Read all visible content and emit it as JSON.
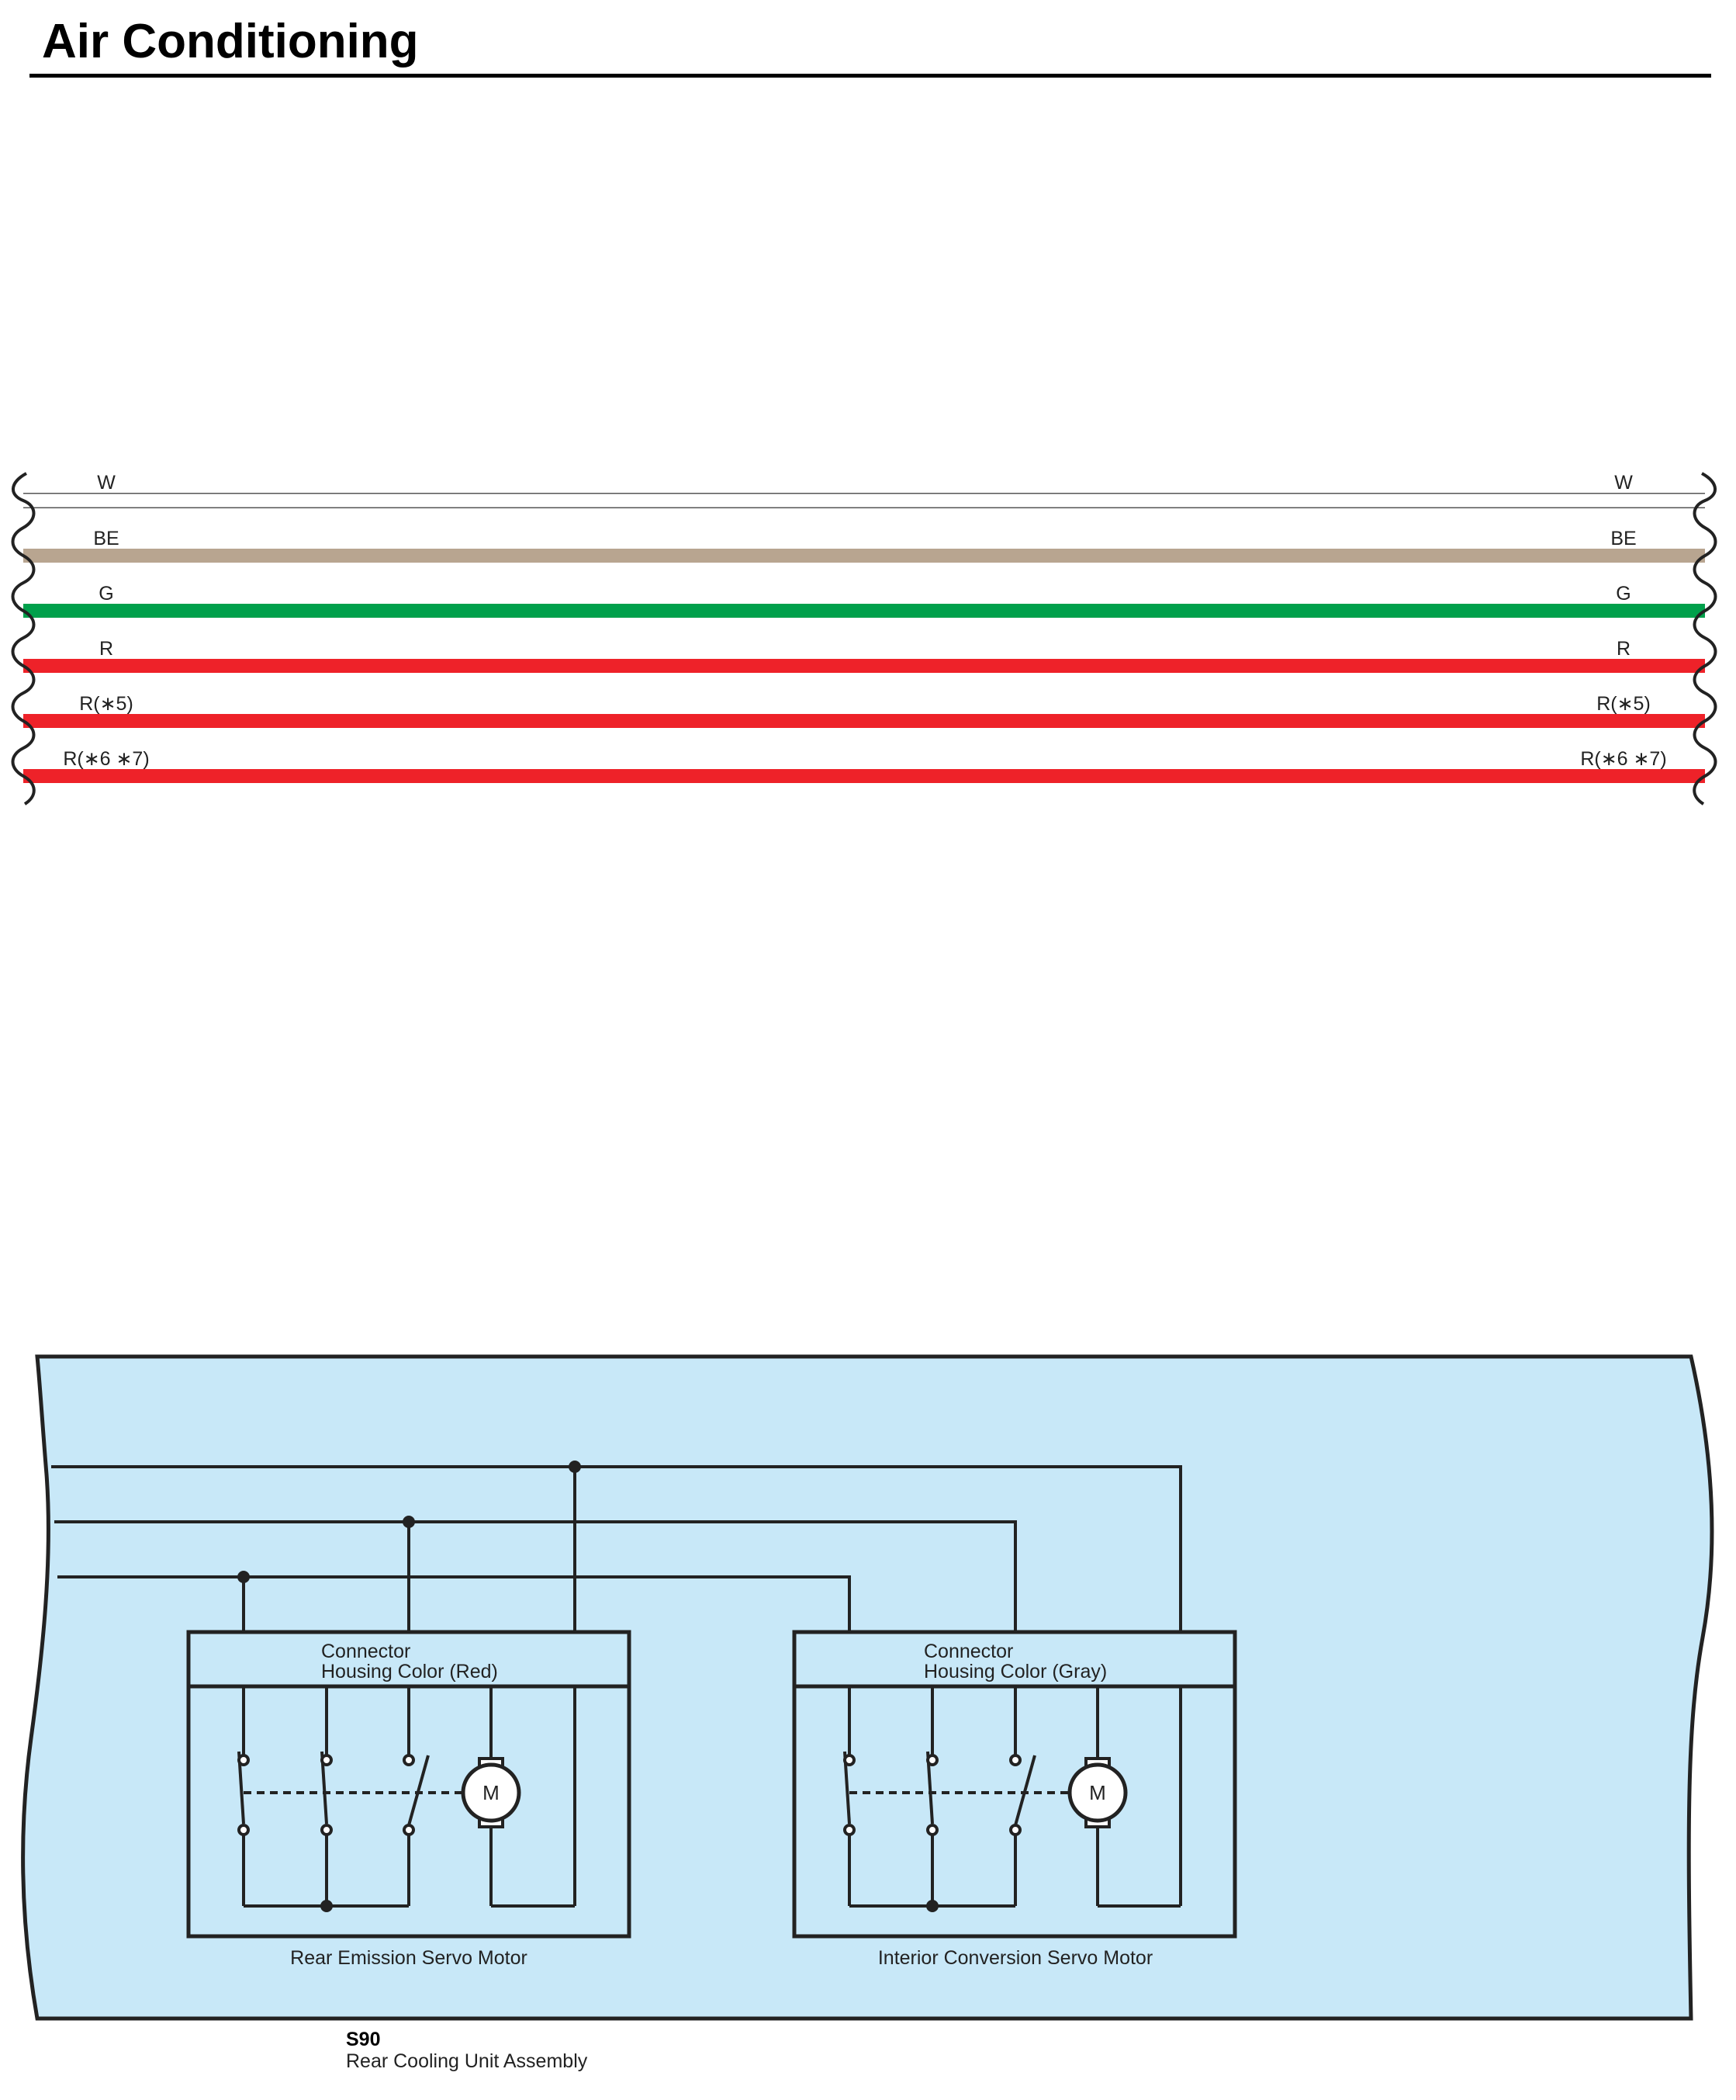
{
  "title": "Air Conditioning",
  "wires": [
    {
      "label": "W",
      "color": "#ffffff"
    },
    {
      "label": "BE",
      "color": "#b8a590"
    },
    {
      "label": "G",
      "color": "#00a04b"
    },
    {
      "label": "R",
      "color": "#ee2229"
    },
    {
      "label": "R(∗5)",
      "color": "#ee2229"
    },
    {
      "label": "R(∗6 ∗7)",
      "color": "#ee2229"
    }
  ],
  "assembly": {
    "code": "S90",
    "name": "Rear Cooling Unit Assembly",
    "fill": "#c8e8f8"
  },
  "motors": [
    {
      "header_line1": "Connector",
      "header_line2": "Housing Color (Red)",
      "caption": "Rear Emission Servo Motor",
      "symbol": "M"
    },
    {
      "header_line1": "Connector",
      "header_line2": "Housing Color (Gray)",
      "caption": "Interior Conversion Servo Motor",
      "symbol": "M"
    }
  ]
}
